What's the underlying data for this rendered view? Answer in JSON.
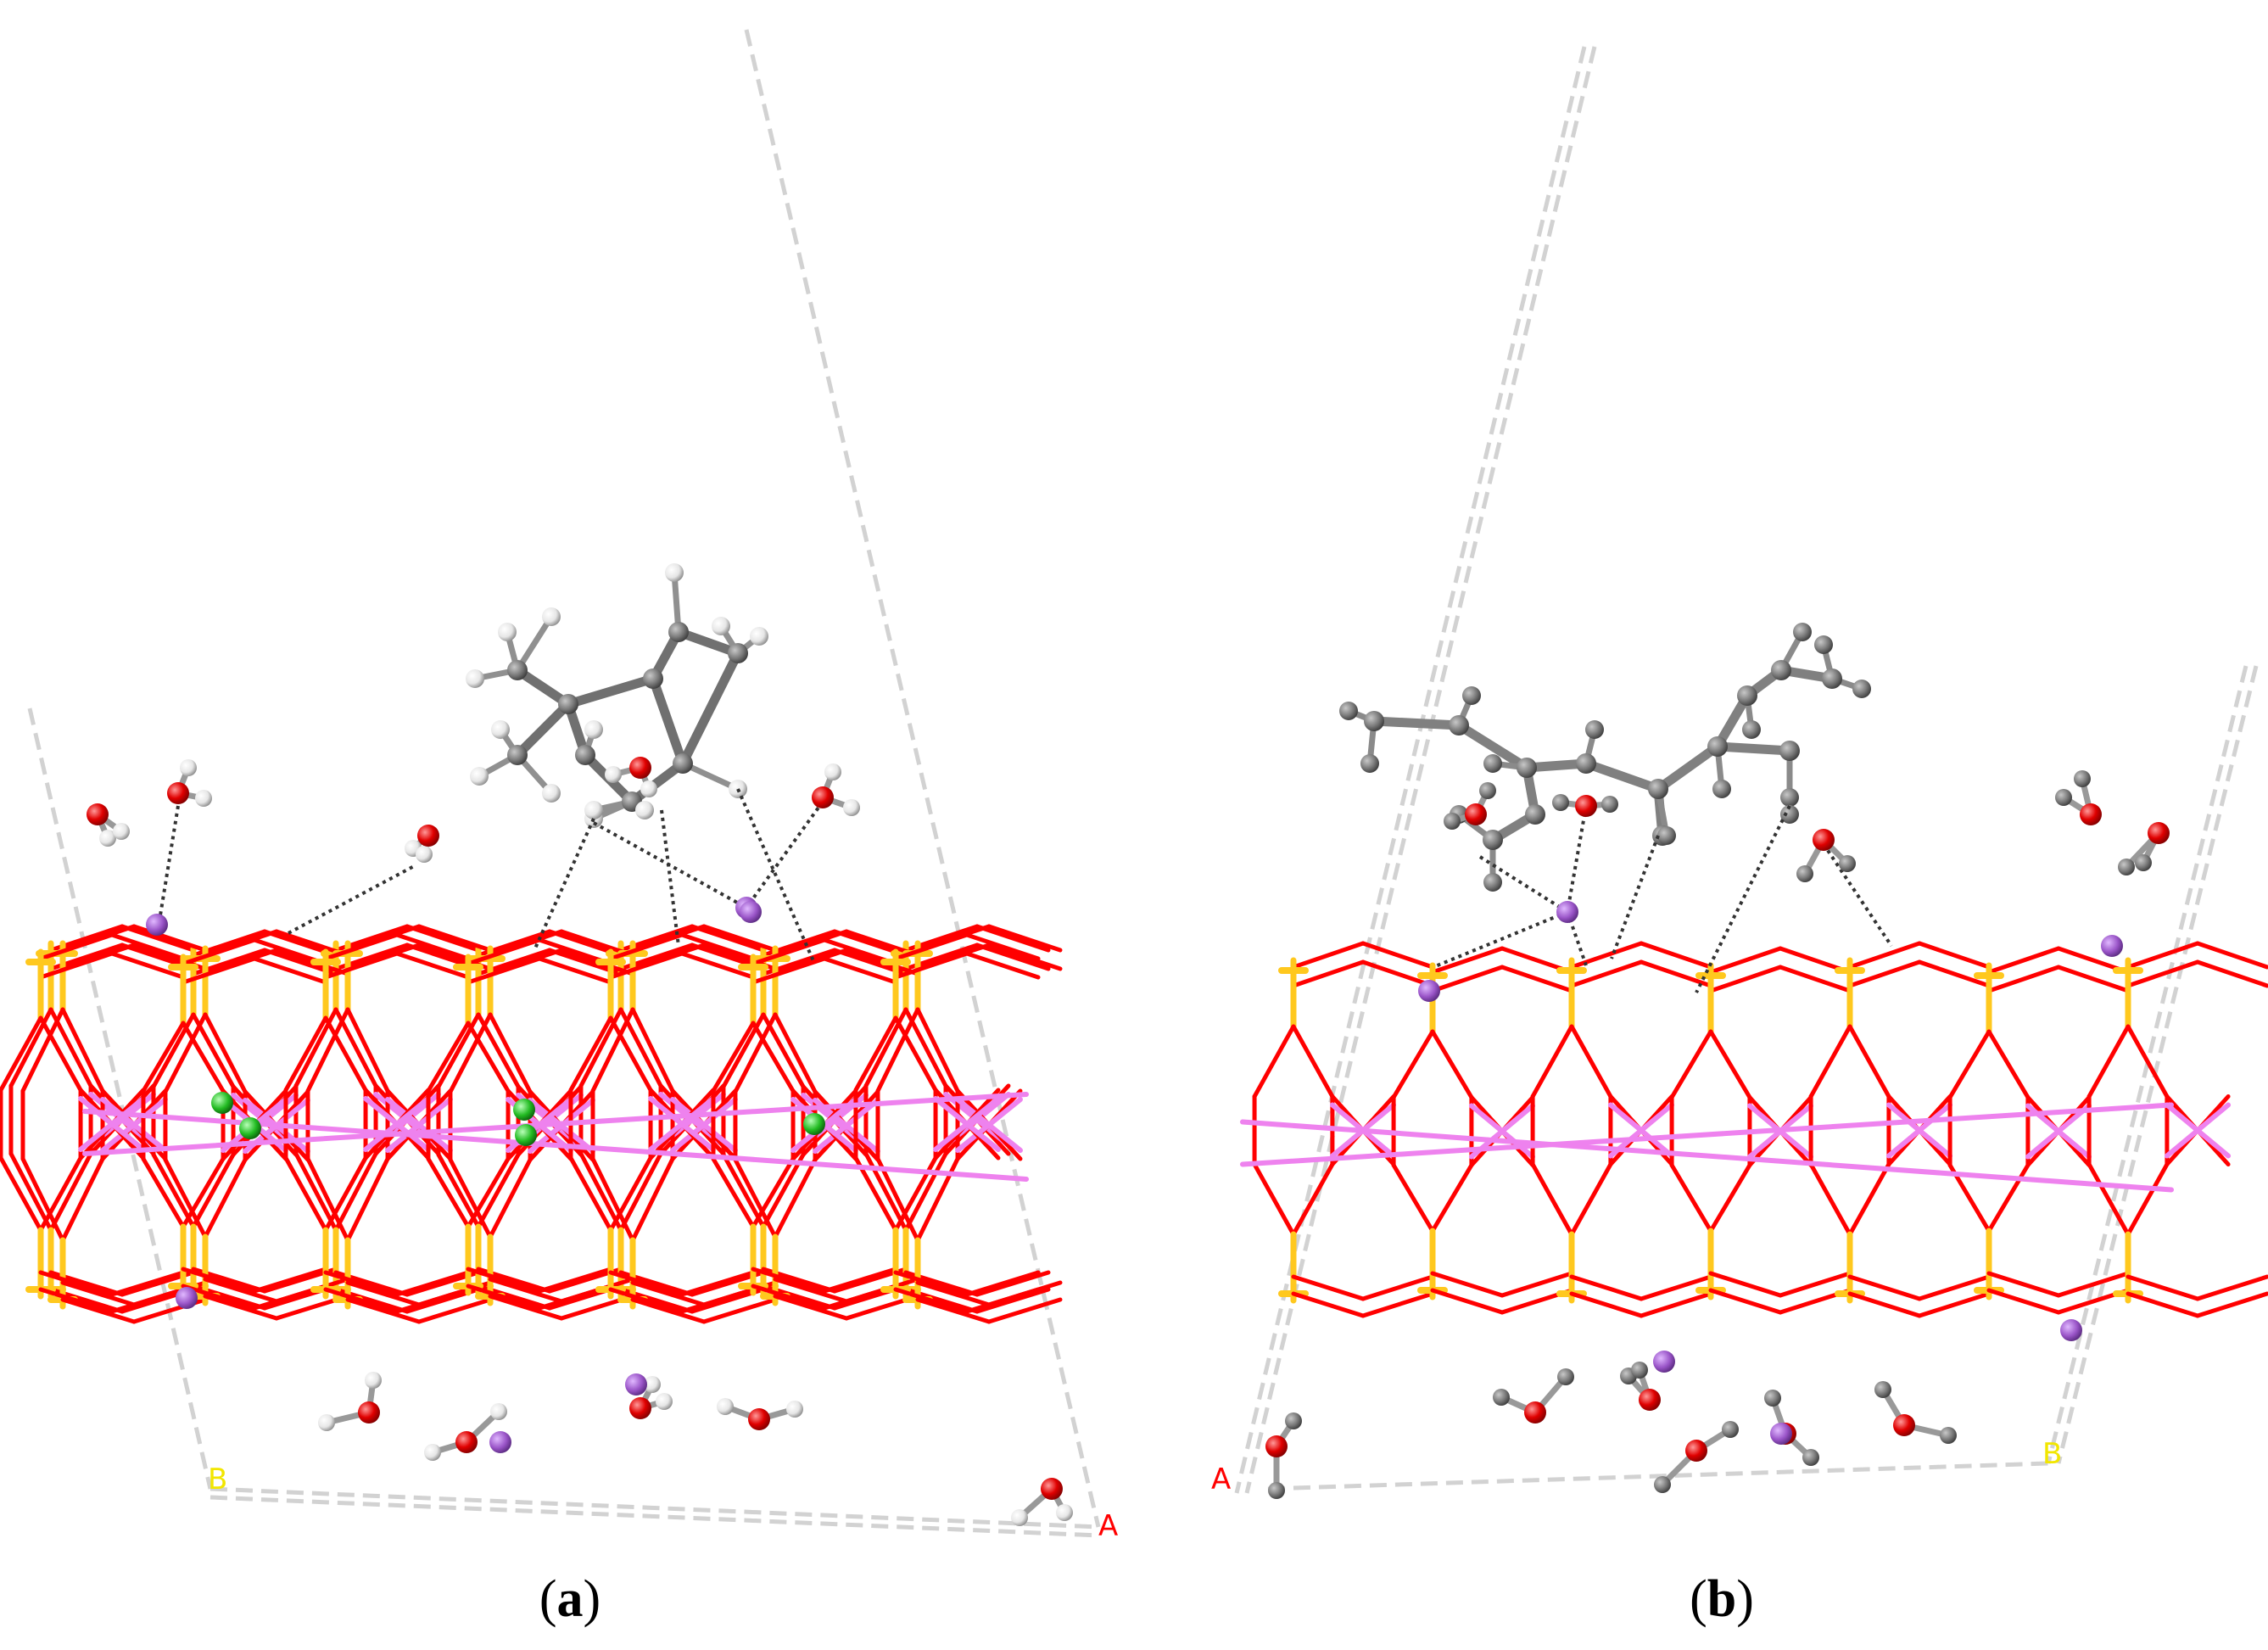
{
  "panels": [
    {
      "id": "a",
      "caption_letter": "a",
      "axis_labels": [
        {
          "text": "B",
          "color": "#f2e600"
        },
        {
          "text": "A",
          "color": "#ff0000"
        }
      ]
    },
    {
      "id": "b",
      "caption_letter": "b",
      "axis_labels": [
        {
          "text": "A",
          "color": "#ff0000"
        },
        {
          "text": "B",
          "color": "#f2e600"
        }
      ]
    }
  ],
  "colors": {
    "oxygen": "#ff0000",
    "silicon": "#ffc81e",
    "magnesium_bond": "#ee82ee",
    "sodium": "#9a55c8",
    "chlorine": "#22bb22",
    "carbon": "#808080",
    "hydrogen": "#f2f2f2",
    "cell_edge": "#d2d2d2",
    "hbond": "#333333"
  },
  "icons": {
    "molecule": "ball-and-stick-molecule",
    "lattice": "wireframe-lattice"
  }
}
